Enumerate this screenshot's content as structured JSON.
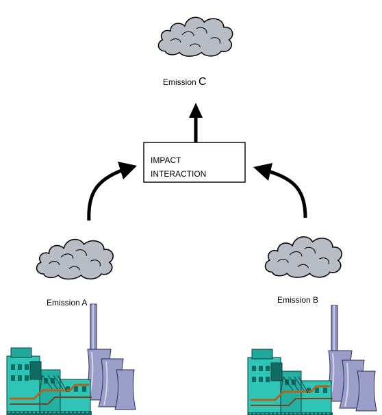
{
  "emission_c": {
    "text": "Emission ",
    "letter": "C"
  },
  "emission_a": "Emission A",
  "emission_b": "Emission B",
  "impact_box": {
    "line1": "IMPACT",
    "line2": "INTERACTION"
  },
  "colors": {
    "cloud_fill": "#b8bcc4",
    "cloud_stroke": "#000000",
    "factory_teal": "#2ec4b6",
    "factory_dark": "#0f6b63",
    "tower_fill": "#9a9ec8",
    "chimney_fill": "#8e92c0",
    "pipe": "#b2641f",
    "arrow": "#000000"
  }
}
